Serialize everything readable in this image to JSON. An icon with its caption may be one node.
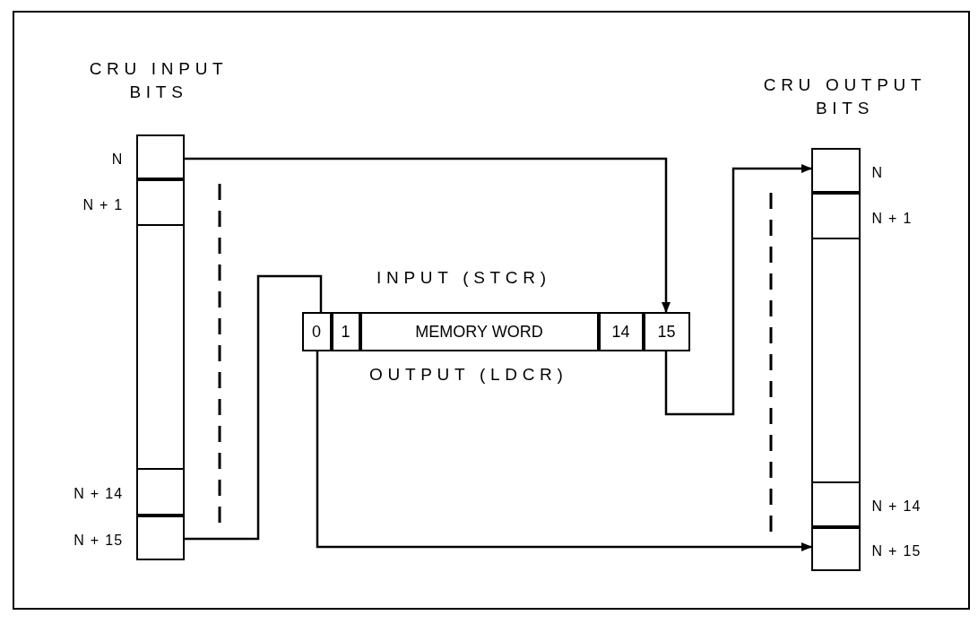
{
  "diagram": {
    "nodes": [
      {
        "text": [
          "CRU INPUT BITS"
        ]
      },
      {
        "text": [],
        "shape": "box",
        "in": 0,
        "beside": [
          "N"
        ]
      },
      {
        "text": [],
        "shape": "box",
        "in": 0,
        "beside": [
          "N + 1"
        ]
      },
      {
        "text": [],
        "shape": "box",
        "in": 0,
        "beside": [
          "N + 14"
        ]
      },
      {
        "text": [],
        "shape": "box",
        "in": 0,
        "beside": [
          "N + 15"
        ]
      },
      {
        "text": [],
        "shape": "box"
      },
      {
        "text": [
          "0"
        ],
        "in": 5
      },
      {
        "text": [
          "1"
        ],
        "in": 5
      },
      {
        "text": [
          "MEMORY WORD"
        ],
        "in": 5
      },
      {
        "text": [
          "14"
        ],
        "in": 5
      },
      {
        "text": [
          "15"
        ],
        "in": 5
      },
      {
        "text": [
          "CRU OUTPUT BITS"
        ]
      },
      {
        "text": [],
        "shape": "box",
        "in": 11,
        "beside": [
          "N"
        ]
      },
      {
        "text": [],
        "shape": "box",
        "in": 11,
        "beside": [
          "N + 1"
        ]
      },
      {
        "text": [],
        "shape": "box",
        "in": 11,
        "beside": [
          "N + 14"
        ]
      },
      {
        "text": [],
        "shape": "box",
        "in": 11,
        "beside": [
          "N + 15"
        ]
      }
    ],
    "edges": [
      {
        "from": 1,
        "to": 10,
        "arrow": "to"
      },
      {
        "from": 4,
        "to": 6,
        "arrow": "none"
      },
      {
        "from": 10,
        "to": 12,
        "arrow": "to"
      },
      {
        "from": 6,
        "to": 15,
        "arrow": "to"
      }
    ],
    "labels": [
      "INPUT (STCR)",
      "OUTPUT (LDCR)"
    ]
  }
}
